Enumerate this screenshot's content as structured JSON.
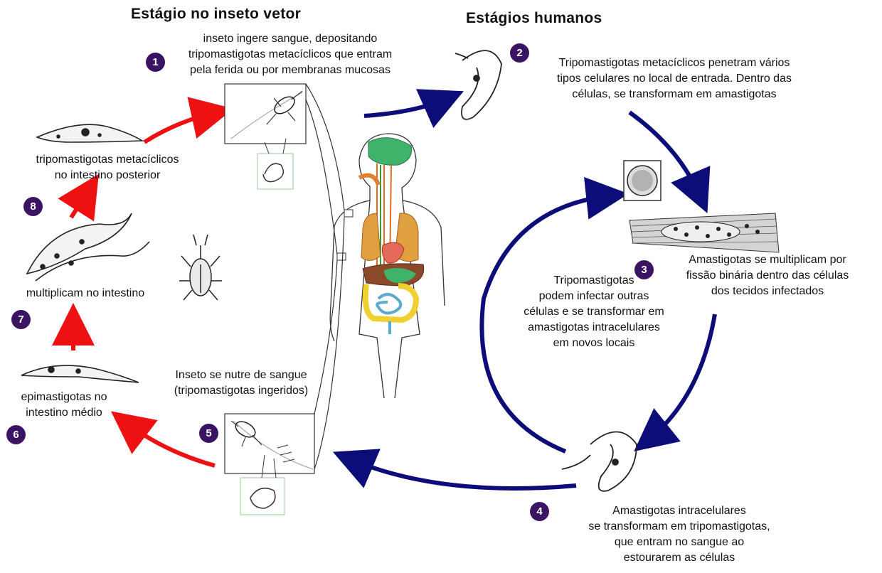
{
  "headers": {
    "insect": "Estágio no inseto vetor",
    "human": "Estágios humanos"
  },
  "steps": [
    {
      "num": "1",
      "lines": [
        "inseto ingere sangue, depositando",
        "tripomastigotas metacíclicos que entram",
        "pela ferida ou por membranas mucosas"
      ]
    },
    {
      "num": "2",
      "lines": [
        "Tripomastigotas metacíclicos penetram vários",
        "tipos celulares no local de entrada. Dentro das",
        "células, se transformam em amastigotas"
      ]
    },
    {
      "num": "3",
      "lines": [
        "Amastigotas se multiplicam por",
        "fissão binária dentro das células",
        "dos tecidos infectados"
      ]
    },
    {
      "num": "4",
      "lines": [
        "Amastigotas intracelulares",
        "se transformam em tripomastigotas,",
        "que entram no sangue ao",
        "estourarem as células"
      ]
    },
    {
      "num": "5",
      "lines": [
        "Inseto se nutre de sangue",
        "(tripomastigotas ingeridos)"
      ]
    },
    {
      "num": "6",
      "lines": [
        "epimastigotas no",
        "intestino médio"
      ]
    },
    {
      "num": "7",
      "lines": [
        "multiplicam no intestino"
      ]
    },
    {
      "num": "8",
      "lines": [
        "tripomastigotas metacíclicos",
        "no intestino posterior"
      ]
    }
  ],
  "side_note": [
    "Tripomastigotas",
    "podem infectar outras",
    "células e se transformar em",
    "amastigotas intracelulares",
    "em novos locais"
  ],
  "colors": {
    "badge": "#3a1463",
    "human_arrow": "#0d0d7a",
    "insect_arrow": "#ee1111",
    "brain": "#3fb36a",
    "lungs": "#e0a040",
    "heart": "#e56a5a",
    "liver": "#8a4a2a",
    "intestine": "#f0d030",
    "small_intestine": "#5aaad0"
  }
}
